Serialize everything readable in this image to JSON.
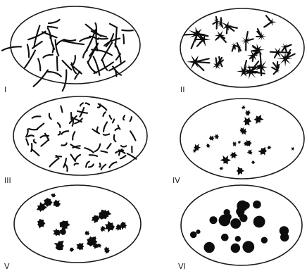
{
  "panels": [
    {
      "id": "I",
      "label": "I",
      "pattern": "filaments"
    },
    {
      "id": "II",
      "label": "II",
      "pattern": "stars"
    },
    {
      "id": "III",
      "label": "III",
      "pattern": "worms"
    },
    {
      "id": "IV",
      "label": "IV",
      "pattern": "small-flakes"
    },
    {
      "id": "V",
      "label": "V",
      "pattern": "blobs"
    },
    {
      "id": "VI",
      "label": "VI",
      "pattern": "dots"
    }
  ],
  "colors": {
    "ink": "#0d0d0d",
    "outline": "#1a1a1a",
    "background": "#ffffff"
  }
}
